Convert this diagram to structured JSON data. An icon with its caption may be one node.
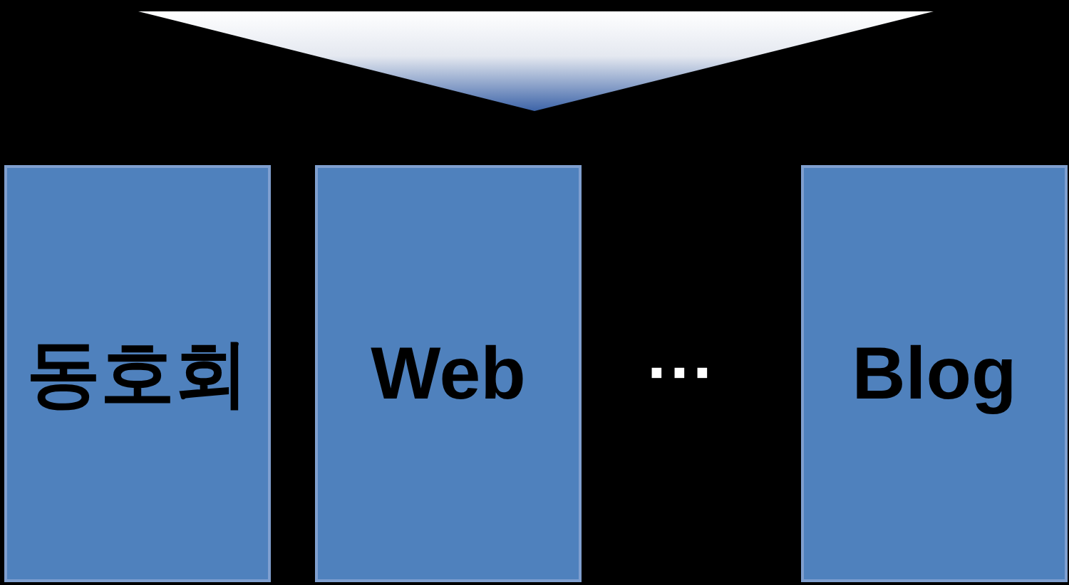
{
  "diagram": {
    "nodes": [
      {
        "text": [
          "동호회"
        ]
      },
      {
        "text": [
          "Web"
        ]
      },
      {
        "text": [
          "Blog"
        ]
      }
    ],
    "labels": [
      "···"
    ]
  }
}
